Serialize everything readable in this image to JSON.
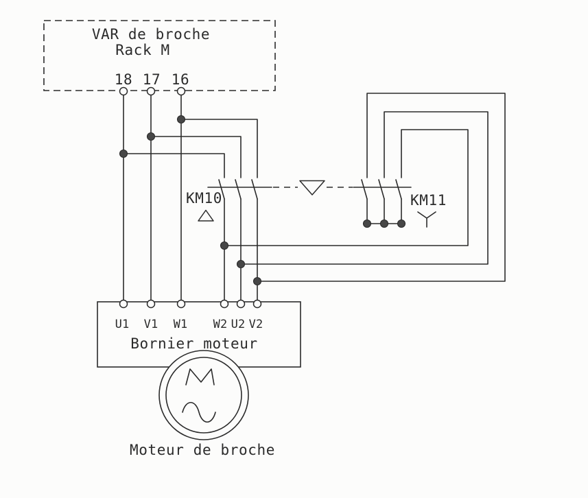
{
  "colors": {
    "line": "#2b2b2b",
    "background": "#fcfcfb",
    "dot_fill": "#474747"
  },
  "var_box": {
    "title": "VAR de broche",
    "subtitle": "Rack M",
    "terminals": [
      "18",
      "17",
      "16"
    ]
  },
  "contactors": {
    "km10": {
      "label": "KM10",
      "winding_symbol": "delta-triangle"
    },
    "km11": {
      "label": "KM11",
      "winding_symbol": "star-y"
    },
    "mechanical_link_symbol": "down-triangle"
  },
  "bornier": {
    "label": "Bornier moteur",
    "terminals": [
      "U1",
      "V1",
      "W1",
      "W2",
      "U2",
      "V2"
    ]
  },
  "motor": {
    "letter": "M",
    "symbol": "sine-wave",
    "label": "Moteur de broche"
  }
}
